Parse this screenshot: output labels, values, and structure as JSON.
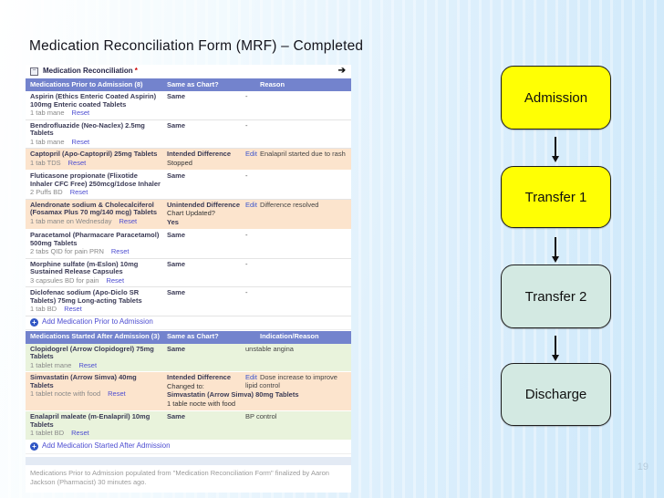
{
  "slide": {
    "title": "Medication Reconciliation Form (MRF) – Completed",
    "page_number": "19"
  },
  "form": {
    "header": {
      "title": "Medication Reconciliation",
      "required_marker": "*"
    },
    "icons": {
      "collapse_glyph": "−",
      "nav_arrow_glyph": "➔",
      "add_glyph": "+"
    },
    "labels": {
      "reset": "Reset",
      "edit": "Edit"
    },
    "sections": [
      {
        "columns": [
          "Medications Prior to Admission (8)",
          "Same as Chart?",
          "Reason"
        ],
        "add_link": "Add Medication Prior to Admission",
        "rows": [
          {
            "name": "Aspirin (Ethics Enteric Coated Aspirin) 100mg Enteric coated Tablets",
            "dose": "1 tab mane",
            "chart": [
              {
                "text": "Same",
                "bold": true
              }
            ],
            "edit": false,
            "reason": "-",
            "bg": "white"
          },
          {
            "name": "Bendrofluazide (Neo-Naclex) 2.5mg Tablets",
            "dose": "1 tab mane",
            "chart": [
              {
                "text": "Same",
                "bold": true
              }
            ],
            "edit": false,
            "reason": "-",
            "bg": "white"
          },
          {
            "name": "Captopril (Apo-Captopril) 25mg Tablets",
            "dose": "1 tab TDS",
            "chart": [
              {
                "text": "Intended Difference",
                "bold": true
              },
              {
                "text": "Stopped"
              }
            ],
            "edit": true,
            "reason": "Enalapril started due to rash",
            "bg": "peach"
          },
          {
            "name": "Fluticasone propionate (Flixotide Inhaler CFC Free) 250mcg/1dose Inhaler",
            "dose": "2 Puffs BD",
            "chart": [
              {
                "text": "Same",
                "bold": true
              }
            ],
            "edit": false,
            "reason": "-",
            "bg": "white"
          },
          {
            "name": "Alendronate sodium & Cholecalciferol (Fosamax Plus 70 mg/140 mcg) Tablets",
            "dose": "1 tab mane on Wednesday",
            "chart": [
              {
                "text": "Unintended Difference",
                "bold": true
              },
              {
                "text": "Chart Updated?"
              },
              {
                "text": "Yes",
                "bold": true
              }
            ],
            "edit": true,
            "reason": "Difference resolved",
            "bg": "peach"
          },
          {
            "name": "Paracetamol (Pharmacare Paracetamol) 500mg Tablets",
            "dose": "2 tabs QID for pain PRN",
            "chart": [
              {
                "text": "Same",
                "bold": true
              }
            ],
            "edit": false,
            "reason": "-",
            "bg": "white"
          },
          {
            "name": "Morphine sulfate (m-Eslon) 10mg Sustained Release Capsules",
            "dose": "3 capsules BD for pain",
            "chart": [
              {
                "text": "Same",
                "bold": true
              }
            ],
            "edit": false,
            "reason": "-",
            "bg": "white"
          },
          {
            "name": "Diclofenac sodium (Apo-Diclo SR Tablets) 75mg Long-acting Tablets",
            "dose": "1 tab BD",
            "chart": [
              {
                "text": "Same",
                "bold": true
              }
            ],
            "edit": false,
            "reason": "-",
            "bg": "white"
          }
        ]
      },
      {
        "columns": [
          "Medications Started After Admission (3)",
          "Same as Chart?",
          "Indication/Reason"
        ],
        "add_link": "Add Medication Started After Admission",
        "rows": [
          {
            "name": "Clopidogrel (Arrow Clopidogrel) 75mg Tablets",
            "dose": "1 tablet mane",
            "chart": [
              {
                "text": "Same",
                "bold": true
              }
            ],
            "edit": false,
            "reason": "unstable angina",
            "bg": "green"
          },
          {
            "name": "Simvastatin (Arrow Simva) 40mg Tablets",
            "dose": "1 tablet nocte with food",
            "chart": [
              {
                "text": "Intended Difference",
                "bold": true
              },
              {
                "text": "Changed to:"
              },
              {
                "text": "Simvastatin (Arrow Simva) 80mg Tablets",
                "bold": true,
                "wide": true
              },
              {
                "text": "1 table nocte with food",
                "wide": true
              }
            ],
            "edit": true,
            "reason": "Dose increase to improve lipid control",
            "bg": "peach"
          },
          {
            "name": "Enalapril maleate (m-Enalapril) 10mg Tablets",
            "dose": "1 tablet BD",
            "chart": [
              {
                "text": "Same",
                "bold": true
              }
            ],
            "edit": false,
            "reason": "BP control",
            "bg": "green"
          }
        ]
      }
    ],
    "footer_note": "Medications Prior to Admission populated from \"Medication Reconciliation Form\" finalized by Aaron Jackson (Pharmacist) 30 minutes ago."
  },
  "flowchart": {
    "nodes": [
      {
        "label": "Admission",
        "style": "yellow"
      },
      {
        "label": "Transfer 1",
        "style": "yellow"
      },
      {
        "label": "Transfer 2",
        "style": "celadon"
      },
      {
        "label": "Discharge",
        "style": "celadon"
      }
    ]
  },
  "colors": {
    "header_bar": "#7383cd",
    "row_peach": "#fce4cd",
    "row_green": "#e9f3dc",
    "link_blue": "#4d4dd1",
    "node_yellow": "#ffff04",
    "node_celadon": "#d3e9e2",
    "required_red": "#cc0000",
    "background_blue": "#cde8fa"
  }
}
